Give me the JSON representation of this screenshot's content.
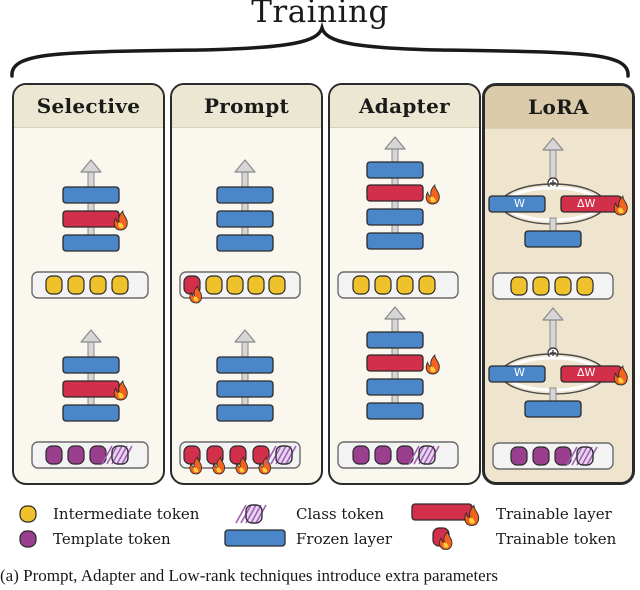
{
  "title": "Training",
  "panels": [
    {
      "name": "Selective"
    },
    {
      "name": "Prompt"
    },
    {
      "name": "Adapter"
    },
    {
      "name": "LoRA"
    }
  ],
  "lora_labels": {
    "w": "W",
    "delta_w": "ΔW"
  },
  "legend": {
    "intermediate_token": "Intermediate token",
    "template_token": "Template token",
    "class_token": "Class token",
    "frozen_layer": "Frozen layer",
    "trainable_layer": "Trainable layer",
    "trainable_token": "Trainable token"
  },
  "caption": "(a) Prompt, Adapter and Low-rank techniques introduce extra parameters",
  "colors": {
    "frozen": "#4a86c8",
    "trainable": "#d2304a",
    "intermediate": "#efc12a",
    "template": "#9a3f8e",
    "panel_bg": "#f9f7ee",
    "lora_bg": "#efe5cf"
  }
}
